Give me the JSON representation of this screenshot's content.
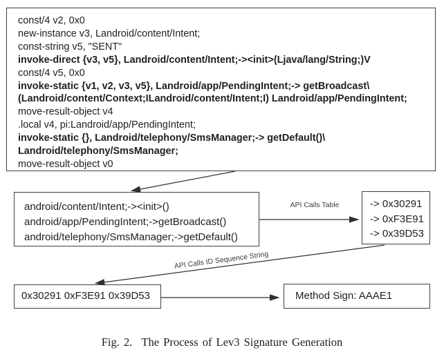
{
  "code_box": {
    "lines": [
      {
        "text": "const/4 v2, 0x0",
        "bold": false
      },
      {
        "text": "new-instance v3, Landroid/content/Intent;",
        "bold": false
      },
      {
        "text": "const-string v5, \"SENT\"",
        "bold": false
      },
      {
        "text": "invoke-direct {v3, v5}, Landroid/content/Intent;-><init>(Ljava/lang/String;)V",
        "bold": true
      },
      {
        "text": "const/4 v5, 0x0",
        "bold": false
      },
      {
        "text": "invoke-static {v1, v2, v3, v5}, Landroid/app/PendingIntent;-> getBroadcast\\",
        "bold": true
      },
      {
        "text": "(Landroid/content/Context;ILandroid/content/Intent;I) Landroid/app/PendingIntent;",
        "bold": true
      },
      {
        "text": "move-result-object v4",
        "bold": false
      },
      {
        "text": ".local v4, pi:Landroid/app/PendingIntent;",
        "bold": false
      },
      {
        "text": "invoke-static {}, Landroid/telephony/SmsManager;-> getDefault()\\",
        "bold": true
      },
      {
        "text": "Landroid/telephony/SmsManager;",
        "bold": true
      },
      {
        "text": "move-result-object v0",
        "bold": false
      }
    ]
  },
  "api_calls_box": {
    "lines": [
      "android/content/Intent;-><init>()",
      "android/app/PendingIntent;->getBroadcast()",
      "android/telephony/SmsManager;->getDefault()"
    ]
  },
  "api_ids_box": {
    "lines": [
      "-> 0x30291",
      "-> 0xF3E91",
      "-> 0x39D53"
    ]
  },
  "sequence_box": {
    "text": "0x30291 0xF3E91 0x39D53"
  },
  "method_sign_box": {
    "text": "Method Sign: AAAE1"
  },
  "arrow_labels": {
    "api_calls_table": "API Calls Table",
    "id_sequence": "API Calls ID Sequence String"
  },
  "figure": {
    "caption": {
      "label": "Fig. 2.",
      "title": "The Process of Lev3 Signature Generation"
    }
  },
  "colors": {
    "background": "#ffffff",
    "box_border": "#3f3f3f",
    "arrow_line": "#2f2f2f",
    "text": "#212121"
  }
}
